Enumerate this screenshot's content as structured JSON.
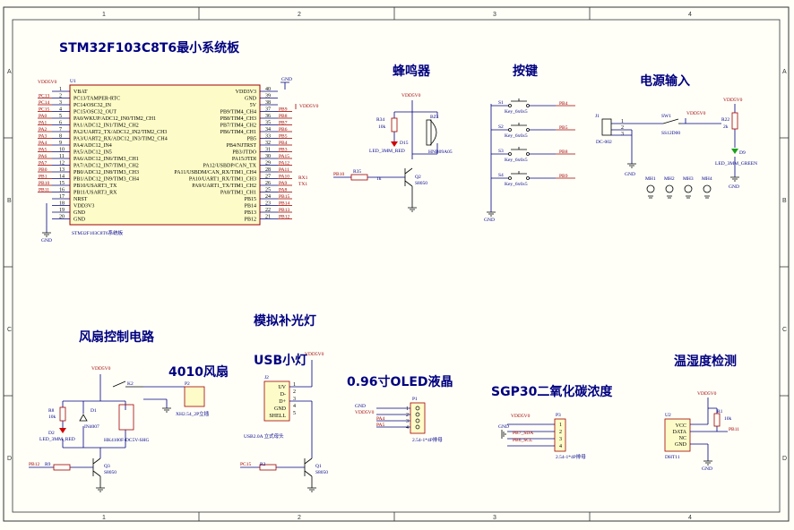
{
  "frame": {
    "cols": [
      "1",
      "2",
      "3",
      "4"
    ],
    "rows": [
      "A",
      "B",
      "C",
      "D"
    ]
  },
  "titles": {
    "mcu": "STM32F103C8T6最小系统板",
    "buzzer": "蜂鸣器",
    "keys": "按键",
    "power": "电源输入",
    "fan": "风扇控制电路",
    "fan_part": "4010风扇",
    "light": "模拟补光灯",
    "usb_lamp": "USB小灯",
    "oled": "0.96寸OLED液晶",
    "co2": "SGP30二氧化碳浓度",
    "th": "温湿度检测"
  },
  "mcu": {
    "ref": "U1",
    "part": "STM32F103C8T6系统板",
    "vcc": "VDD5V0",
    "left_pins": [
      {
        "num": "1",
        "name": "VBAT",
        "net": ""
      },
      {
        "num": "2",
        "name": "PC13/TAMPER-RTC",
        "net": "PC13"
      },
      {
        "num": "3",
        "name": "PC14/OSC32_IN",
        "net": "PC14"
      },
      {
        "num": "4",
        "name": "PC15/OSC32_OUT",
        "net": "PC15"
      },
      {
        "num": "5",
        "name": "PA0/WKUP/ADC12_IN0/TIM2_CH1",
        "net": "PA0"
      },
      {
        "num": "6",
        "name": "PA1/ADC12_IN1/TIM2_CH2",
        "net": "PA1"
      },
      {
        "num": "7",
        "name": "PA2/UART2_TX/ADC12_IN2/TIM2_CH3",
        "net": "PA2"
      },
      {
        "num": "8",
        "name": "PA3/UART2_RX/ADC12_IN3/TIM2_CH4",
        "net": "PA3"
      },
      {
        "num": "9",
        "name": "PA4/ADC12_IN4",
        "net": "PA4"
      },
      {
        "num": "10",
        "name": "PA5/ADC12_IN5",
        "net": "PA5"
      },
      {
        "num": "11",
        "name": "PA6/ADC12_IN6/TIM3_CH1",
        "net": "PA6"
      },
      {
        "num": "12",
        "name": "PA7/ADC12_IN7/TIM3_CH2",
        "net": "PA7"
      },
      {
        "num": "13",
        "name": "PB0/ADC12_IN8/TIM3_CH3",
        "net": "PB0"
      },
      {
        "num": "14",
        "name": "PB1/ADC12_IN9/TIM3_CH4",
        "net": "PB1"
      },
      {
        "num": "15",
        "name": "PB10/USART3_TX",
        "net": "PB10"
      },
      {
        "num": "16",
        "name": "PB11/USART3_RX",
        "net": "PB11"
      },
      {
        "num": "17",
        "name": "NRST",
        "net": ""
      },
      {
        "num": "18",
        "name": "VDD3V3",
        "net": ""
      },
      {
        "num": "19",
        "name": "GND",
        "net": ""
      },
      {
        "num": "20",
        "name": "GND",
        "net": ""
      }
    ],
    "right_pins": [
      {
        "num": "40",
        "name": "VDD3V3",
        "net": ""
      },
      {
        "num": "39",
        "name": "GND",
        "net": ""
      },
      {
        "num": "38",
        "name": "5V",
        "net": ""
      },
      {
        "num": "37",
        "name": "PB9/TIM4_CH4",
        "net": "PB9"
      },
      {
        "num": "36",
        "name": "PB8/TIM4_CH3",
        "net": "PB8"
      },
      {
        "num": "35",
        "name": "PB7/TIM4_CH2",
        "net": "PB7"
      },
      {
        "num": "34",
        "name": "PB6/TIM4_CH1",
        "net": "PB6"
      },
      {
        "num": "33",
        "name": "PB5",
        "net": "PB5"
      },
      {
        "num": "32",
        "name": "PB4/NJTRST",
        "net": "PB4"
      },
      {
        "num": "31",
        "name": "PB3/JTDO",
        "net": "PB3"
      },
      {
        "num": "30",
        "name": "PA15/JTDI",
        "net": "PA15"
      },
      {
        "num": "29",
        "name": "PA12/USBDP/CAN_TX",
        "net": "PA12"
      },
      {
        "num": "28",
        "name": "PA11/USBDM/CAN_RX/TIM1_CH4",
        "net": "PA11"
      },
      {
        "num": "27",
        "name": "PA10/UART1_RX/TIM1_CH3",
        "net": "PA10"
      },
      {
        "num": "26",
        "name": "PA9/UART1_TX/TIM1_CH2",
        "net": "PA9"
      },
      {
        "num": "25",
        "name": "PA8/TIM1_CH1",
        "net": "PA8"
      },
      {
        "num": "24",
        "name": "PB15",
        "net": "PB15"
      },
      {
        "num": "23",
        "name": "PB14",
        "net": "PB14"
      },
      {
        "num": "22",
        "name": "PB13",
        "net": "PB13"
      },
      {
        "num": "21",
        "name": "PB12",
        "net": "PB12"
      }
    ],
    "rx": "RX1",
    "tx": "TX1"
  },
  "buzzer": {
    "vcc": "VDD5V0",
    "r": "R34",
    "rv": "10k",
    "led": "D15",
    "led_part": "LED_3MM_RED",
    "bz": "BZ1",
    "bz_part": "HNB09A05",
    "q": "Q2",
    "q_part": "S8050",
    "rb": "R35",
    "rbv": "1k",
    "net": "PB10"
  },
  "keys": {
    "items": [
      {
        "ref": "S1",
        "part": "Key_6x6x5",
        "net": "PB4"
      },
      {
        "ref": "S2",
        "part": "Key_6x6x5",
        "net": "PB5"
      },
      {
        "ref": "S3",
        "part": "Key_6x6x5",
        "net": "PB8"
      },
      {
        "ref": "S4",
        "part": "Key_6x6x5",
        "net": "PB9"
      }
    ],
    "gnd": "GND"
  },
  "power": {
    "j": "J1",
    "j_part": "DC-002",
    "sw": "SW1",
    "sw_part": "SS12D00",
    "vcc": "VDD5V0",
    "r": "R22",
    "rv": "2k",
    "led": "D9",
    "led_part": "LED_3MM_GREEN",
    "holes": [
      "MH1",
      "MH2",
      "MH3",
      "MH4"
    ],
    "gnd": "GND"
  },
  "fan": {
    "vcc": "VDD5V0",
    "k": "K2",
    "k_part": "HK4100F-DC5V-SHG",
    "d1": "D1",
    "d1_part": "IN4007",
    "r8": "R8",
    "r8v": "10k",
    "d2": "D2",
    "d2_part": "LED_3MM_RED",
    "p": "P2",
    "p_part": "XH2.54_2P立插",
    "q": "Q3",
    "q_part": "S8050",
    "r9": "R9",
    "net": "PB12",
    "gnd": "GND"
  },
  "lamp": {
    "j": "J2",
    "j_part": "USB2.0A 立式母头",
    "pins": [
      "UV",
      "D-",
      "D+",
      "GND",
      "SHELL"
    ],
    "q": "Q1",
    "q_part": "S8050",
    "r": "R2",
    "net": "PC15",
    "vcc": "VDD5V0"
  },
  "oled": {
    "p": "P1",
    "part": "2.54-1*4P排母",
    "nets": [
      "GND",
      "VDD5V0",
      "PA4",
      "PA5"
    ]
  },
  "co2": {
    "p": "P3",
    "part": "2.54-1*4P排母",
    "nets": [
      "VDD5V0",
      "PB7_SDA",
      "PB6_SCL"
    ],
    "gnd": "GND"
  },
  "th": {
    "u": "U2",
    "part": "DHT11",
    "pins": [
      "VCC",
      "DATA",
      "NC",
      "GND"
    ],
    "r": "R1",
    "rv": "10k",
    "net": "PB11",
    "vcc": "VDD5V0",
    "gnd": "GND"
  }
}
